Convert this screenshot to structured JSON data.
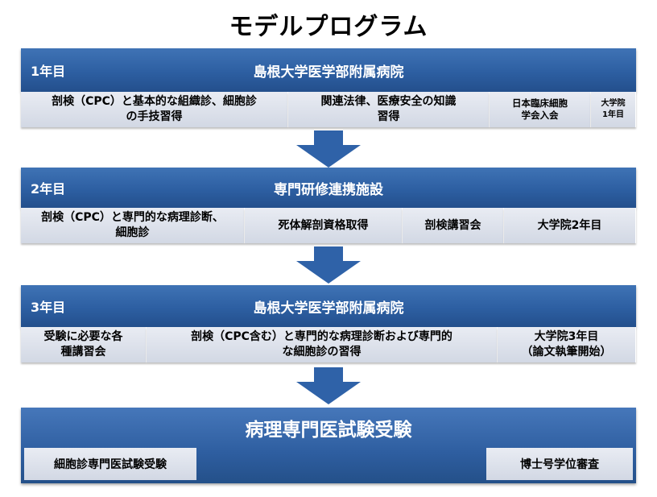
{
  "title": "モデルプログラム",
  "colors": {
    "band": "#2d5fa2",
    "cell": "#dde1ea",
    "arrow": "#2f62a8"
  },
  "years": [
    {
      "year": "1年目",
      "institution": "島根大学医学部附属病院",
      "cells": [
        "剖検（CPC）と基本的な組織診、細胞診\nの手技習得",
        "関連法律、医療安全の知識\n習得",
        "日本臨床細胞\n学会入会",
        "大学院\n1年目"
      ]
    },
    {
      "year": "2年目",
      "institution": "専門研修連携施設",
      "cells": [
        "剖検（CPC）と専門的な病理診断、\n細胞診",
        "死体解剖資格取得",
        "剖検講習会",
        "大学院2年目"
      ]
    },
    {
      "year": "3年目",
      "institution": "島根大学医学部附属病院",
      "cells": [
        "受験に必要な各\n種講習会",
        "剖検（CPC含む）と専門的な病理診断および専門的\nな細胞診の習得",
        "大学院3年目\n（論文執筆開始）"
      ]
    }
  ],
  "final": {
    "title": "病理専門医試験受験",
    "left": "細胞診専門医試験受験",
    "right": "博士号学位審査"
  }
}
